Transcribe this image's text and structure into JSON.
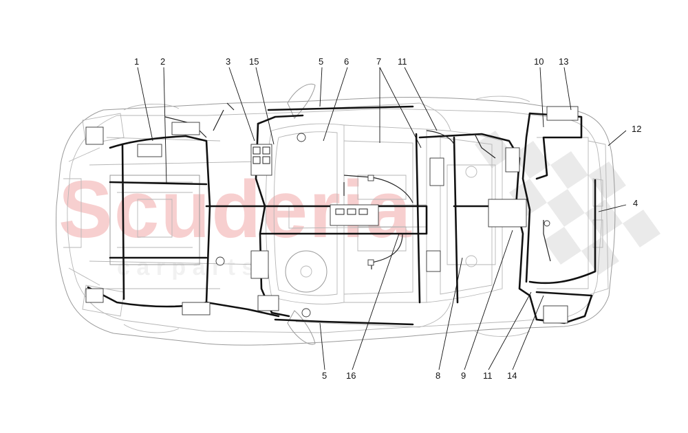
{
  "watermark": {
    "brand": "Scuderia",
    "sub": "c a r   p a r t s",
    "brand_color": "#f2a9a9",
    "flag_color": "#d9d9d9"
  },
  "colors": {
    "harness": "#111111",
    "body_outline": "#b5b5b5",
    "callout_text": "#111111"
  },
  "callouts": [
    {
      "id": "c1",
      "label": "1"
    },
    {
      "id": "c2",
      "label": "2"
    },
    {
      "id": "c3",
      "label": "3"
    },
    {
      "id": "c15",
      "label": "15"
    },
    {
      "id": "c5a",
      "label": "5"
    },
    {
      "id": "c6",
      "label": "6"
    },
    {
      "id": "c7",
      "label": "7"
    },
    {
      "id": "c11a",
      "label": "11"
    },
    {
      "id": "c10",
      "label": "10"
    },
    {
      "id": "c13",
      "label": "13"
    },
    {
      "id": "c12",
      "label": "12"
    },
    {
      "id": "c4",
      "label": "4"
    },
    {
      "id": "c5b",
      "label": "5"
    },
    {
      "id": "c16",
      "label": "16"
    },
    {
      "id": "c8",
      "label": "8"
    },
    {
      "id": "c9",
      "label": "9"
    },
    {
      "id": "c11b",
      "label": "11"
    },
    {
      "id": "c14",
      "label": "14"
    }
  ]
}
